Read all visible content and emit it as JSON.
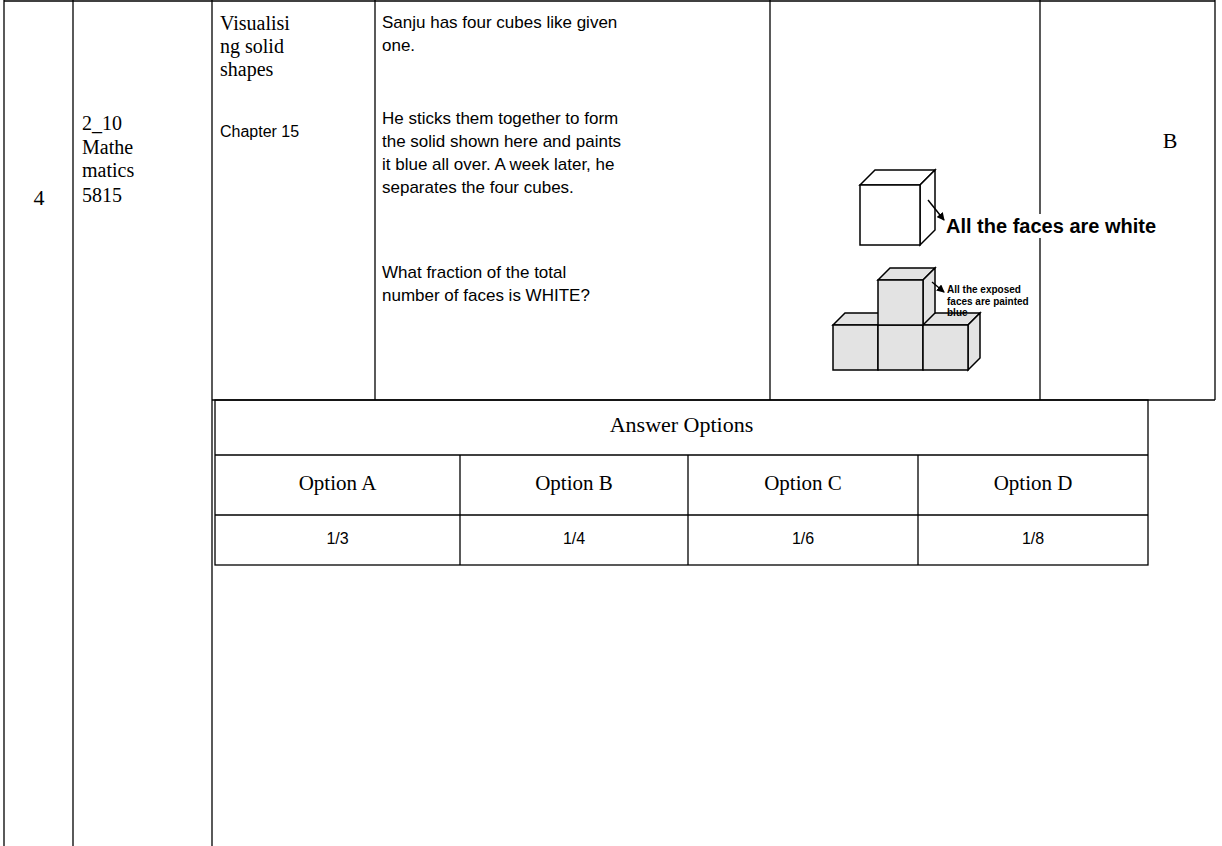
{
  "diagram": {
    "labels": [
      "4",
      "2_10",
      "Mathematics",
      "5815",
      "Visualising solid shapes",
      "Chapter 15",
      "Sanju has four cubes like given one.",
      "He sticks them together to form the solid shown here and paints it blue all over. A week later, he separates the four cubes.",
      "What fraction of the total number of faces is WHITE?",
      "All the faces are white",
      "All the exposed faces are painted blue",
      "B",
      "Answer Options",
      "Option A",
      "Option B",
      "Option C",
      "Option D",
      "1/3",
      "1/4",
      "1/6",
      "1/8"
    ]
  }
}
